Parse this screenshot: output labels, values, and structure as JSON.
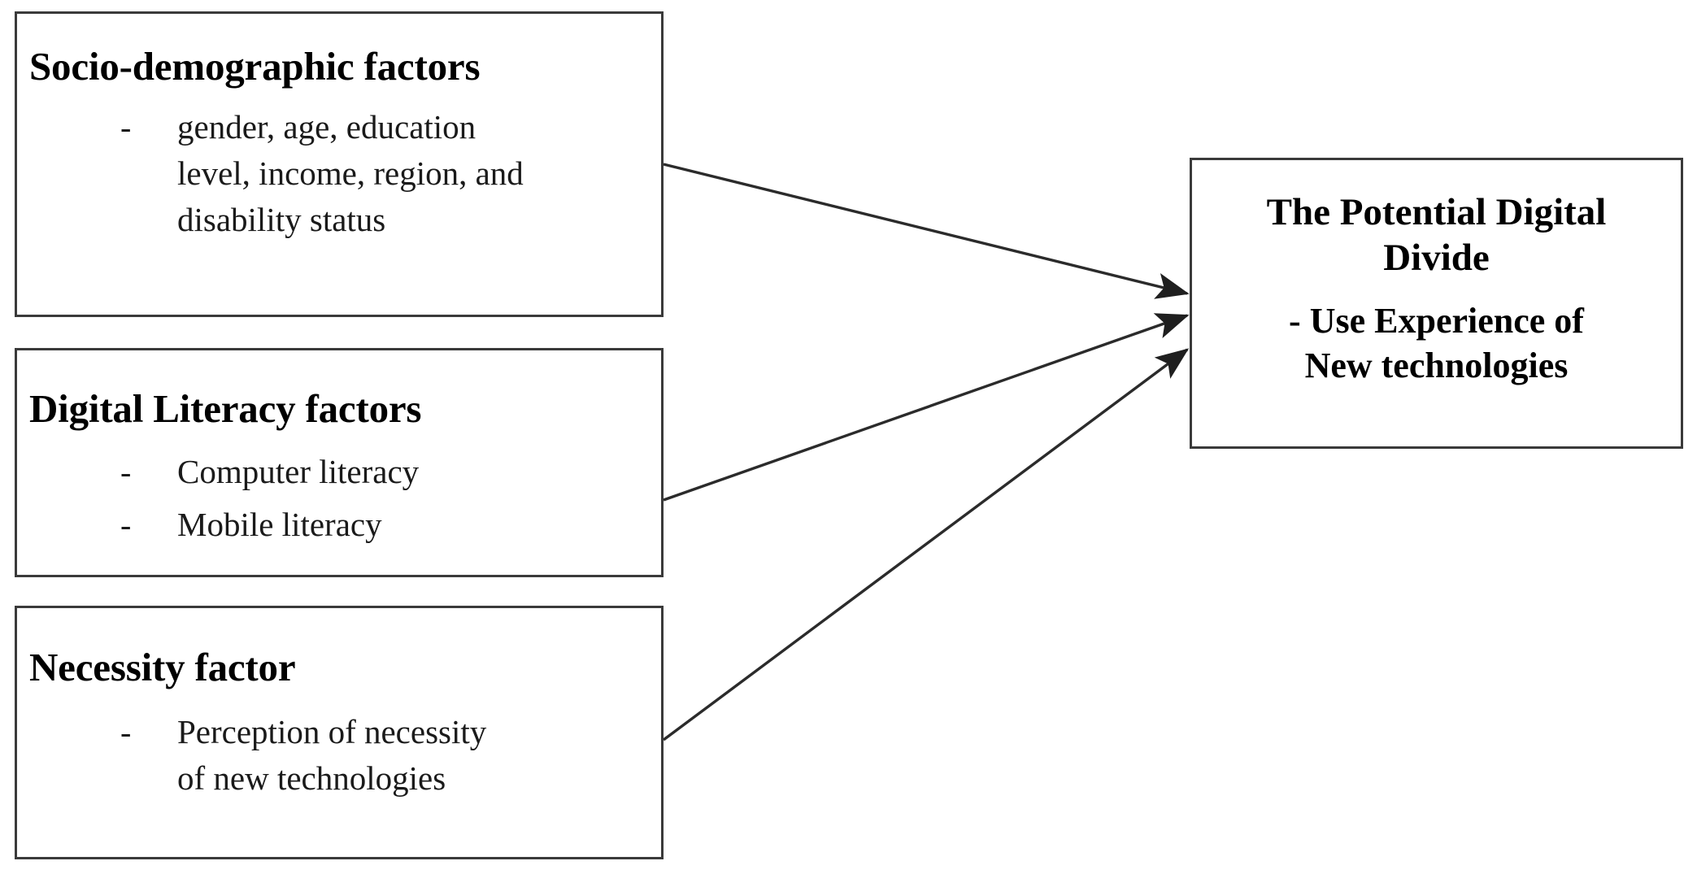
{
  "diagram": {
    "title_hidden": "",
    "source_nodes": [
      {
        "id": "socio-demographic",
        "heading": "Socio-demographic factors",
        "bullet_marker": "-",
        "items": [
          "gender, age, education\nlevel, income, region, and\ndisability status"
        ]
      },
      {
        "id": "digital-literacy",
        "heading": "Digital Literacy factors",
        "bullet_marker": "-",
        "items": [
          "Computer literacy",
          "Mobile literacy"
        ]
      },
      {
        "id": "necessity",
        "heading": "Necessity factor",
        "bullet_marker": "-",
        "items": [
          "Perception of necessity\nof new technologies"
        ]
      }
    ],
    "target_node": {
      "id": "potential-digital-divide",
      "title": "The Potential Digital\nDivide",
      "subtitle": "- Use Experience of\nNew technologies"
    },
    "connectors": [
      {
        "from": "socio-demographic",
        "to": "potential-digital-divide",
        "style": "solid-arrow"
      },
      {
        "from": "digital-literacy",
        "to": "potential-digital-divide",
        "style": "solid-arrow"
      },
      {
        "from": "necessity",
        "to": "potential-digital-divide",
        "style": "solid-arrow"
      }
    ],
    "colors": {
      "border": "#3a3a3a",
      "text": "#0a0a0a",
      "arrow": "#2b2b2b",
      "background": "#ffffff"
    }
  }
}
